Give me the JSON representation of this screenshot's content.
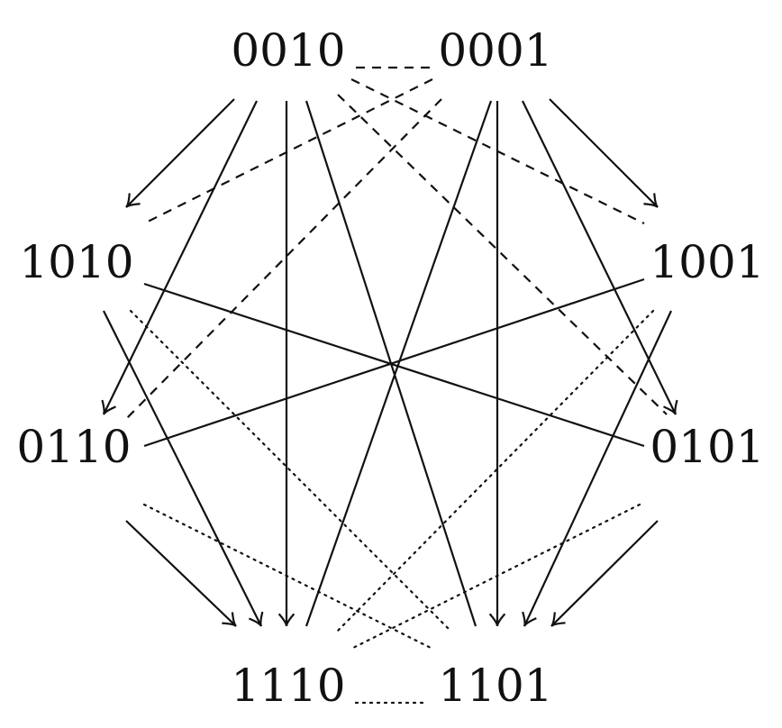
{
  "nodes": {
    "n0010": "0010",
    "n0001": "0001",
    "n1010": "1010",
    "n1001": "1001",
    "n0110": "0110",
    "n0101": "0101",
    "n1110": "1110",
    "n1101": "1101"
  },
  "edges": [
    {
      "from": "0010",
      "to": "0001",
      "style": "dashed",
      "arrow": false
    },
    {
      "from": "0001",
      "to": "1010",
      "style": "dashed",
      "arrow": false
    },
    {
      "from": "0010",
      "to": "1001",
      "style": "dashed",
      "arrow": false
    },
    {
      "from": "0001",
      "to": "0110",
      "style": "dashed",
      "arrow": false
    },
    {
      "from": "0010",
      "to": "0101",
      "style": "dashed",
      "arrow": false
    },
    {
      "from": "0010",
      "to": "1010",
      "style": "solid",
      "arrow": true
    },
    {
      "from": "0010",
      "to": "0110",
      "style": "solid",
      "arrow": true
    },
    {
      "from": "0010",
      "to": "1110",
      "style": "solid",
      "arrow": true
    },
    {
      "from": "0010",
      "to": "1101",
      "style": "solid",
      "arrow": false
    },
    {
      "from": "0001",
      "to": "1110",
      "style": "solid",
      "arrow": false
    },
    {
      "from": "0001",
      "to": "1101",
      "style": "solid",
      "arrow": true
    },
    {
      "from": "0001",
      "to": "0101",
      "style": "solid",
      "arrow": true
    },
    {
      "from": "0001",
      "to": "1001",
      "style": "solid",
      "arrow": true
    },
    {
      "from": "1010",
      "to": "0101",
      "style": "solid",
      "arrow": false
    },
    {
      "from": "1001",
      "to": "0110",
      "style": "solid",
      "arrow": false
    },
    {
      "from": "1010",
      "to": "1110",
      "style": "solid",
      "arrow": true
    },
    {
      "from": "1001",
      "to": "1101",
      "style": "solid",
      "arrow": true
    },
    {
      "from": "0110",
      "to": "1110",
      "style": "solid",
      "arrow": true
    },
    {
      "from": "0101",
      "to": "1101",
      "style": "solid",
      "arrow": true
    },
    {
      "from": "1010",
      "to": "1101",
      "style": "dotted",
      "arrow": false
    },
    {
      "from": "1001",
      "to": "1110",
      "style": "dotted",
      "arrow": false
    },
    {
      "from": "0110",
      "to": "1101",
      "style": "dotted",
      "arrow": false
    },
    {
      "from": "0101",
      "to": "1110",
      "style": "dotted",
      "arrow": false
    },
    {
      "from": "1110",
      "to": "1101",
      "style": "dotted",
      "arrow": false
    }
  ]
}
